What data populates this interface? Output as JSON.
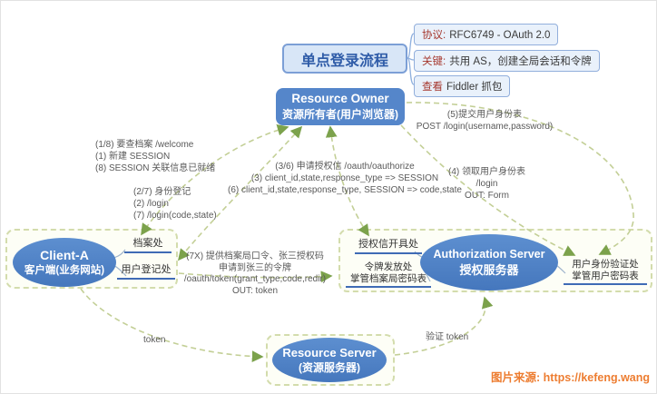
{
  "title": "单点登录流程",
  "notes": [
    {
      "prefix": "协议:",
      "text": "RFC6749 - OAuth 2.0"
    },
    {
      "prefix": "关键:",
      "text": "共用 AS，创建全局会话和令牌"
    },
    {
      "prefix": "查看",
      "text": "Fiddler 抓包"
    }
  ],
  "nodes": {
    "resource_owner": {
      "en": "Resource Owner",
      "zh": "资源所有者(用户浏览器)"
    },
    "client": {
      "en": "Client-A",
      "zh": "客户端(业务网站)"
    },
    "auth_server": {
      "en": "Authorization Server",
      "zh": "授权服务器"
    },
    "resource_server": {
      "en": "Resource Server",
      "zh": "(资源服务器)"
    }
  },
  "stations": {
    "client_archive": "档案处",
    "client_registry": "用户登记处",
    "as_grant": "授权信开具处",
    "as_token_line1": "令牌发放处",
    "as_token_line2": "掌管档案局密码表",
    "as_verify_line1": "用户身份验证处",
    "as_verify_line2": "掌管用户密码表"
  },
  "annotations": {
    "step_1_8": {
      "lines": [
        "(1/8) 要查档案 /welcome",
        "(1) 新建 SESSION",
        "(8) SESSION 关联信息已就绪"
      ]
    },
    "step_2_7": {
      "lines": [
        "(2/7) 身份登记",
        "(2) /login",
        "(7) /login(code,state)"
      ]
    },
    "step_3_6": {
      "lines": [
        "(3/6) 申请授权信 /oauth/oauthorize",
        "(3) client_id,state,response_type => SESSION",
        "(6) client_id,state,response_type, SESSION => code,state"
      ]
    },
    "step_4": {
      "lines": [
        "(4) 领取用户身份表",
        "/login",
        "OUT: Form"
      ]
    },
    "step_5": {
      "lines": [
        "(5)提交用户身份表",
        "POST /login(username,password)"
      ]
    },
    "step_7x": {
      "lines": [
        "(7X) 提供档案局口令、张三授权码",
        "申请到张三的令牌",
        "/oauth/token(grant_type,code,redir)",
        "OUT: token"
      ]
    },
    "token_label": "token",
    "verify_token_label": "验证 token"
  },
  "attribution": {
    "label": "图片来源:",
    "url": "https://kefeng.wang"
  },
  "colors": {
    "node_blue": "#4f81c7",
    "title_blue": "#2f5ca8",
    "underline_blue": "#3f6bb5",
    "dash_olive": "#c3cf96",
    "arrow_green": "#7ca24c",
    "note_red": "#a5362c",
    "attribution_orange": "#ed7d31"
  }
}
